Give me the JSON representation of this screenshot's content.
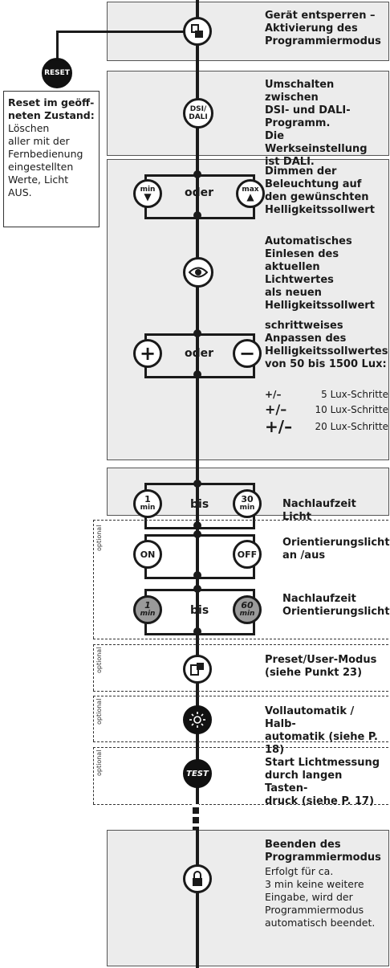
{
  "steps": {
    "unlock": "Gerät entsperren –\nAktivierung des\nProgrammiermodus",
    "dsi_dali": "Umschalten zwischen\nDSI- und DALI-\nProgramm.\nDie Werkseinstellung\nist DALI.",
    "dimming": "Dimmen der\nBeleuchtung auf\nden gewünschten\nHelligkeitssollwert",
    "auto_read": "Automatisches\nEinlesen des\naktuellen Lichtwertes\nals neuen\nHelligkeitssollwert",
    "step_adjust": "schrittweises\nAnpassen des\nHelligkeitssollwertes\nvon 50 bis 1500 Lux:",
    "lux_steps": [
      {
        "sign": "+/–",
        "text": "5 Lux-Schritte"
      },
      {
        "sign": "+/–",
        "text": "10 Lux-Schritte"
      },
      {
        "sign": "+/–",
        "text": "20 Lux-Schritte"
      }
    ],
    "followup_light": "Nachlaufzeit Licht",
    "orient_onoff": "Orientierungslicht\nan /aus",
    "orient_followup": "Nachlaufzeit\nOrientierungslicht",
    "preset": "Preset/User-Modus\n(siehe Punkt 23)",
    "auto_mode": "Vollautomatik / Halb-\nautomatik (siehe P. 18)",
    "start_measure": "Start Lichtmessung\ndurch langen Tasten-\ndruck (siehe P. 17)",
    "end_title": "Beenden des\nProgrammiermodus",
    "end_body": "Erfolgt für ca.\n3 min keine weitere\nEingabe, wird der\nProgrammiermodus\nautomatisch beendet."
  },
  "connectors": {
    "oder": "oder",
    "bis": "bis"
  },
  "buttons": {
    "reset": "RESET",
    "dsi": "DSI/",
    "dali": "DALI",
    "min": "min",
    "max": "max",
    "one": "1",
    "thirty": "30",
    "sixty": "60",
    "unit": "min",
    "on": "ON",
    "off": "OFF",
    "test": "TEST"
  },
  "reset_box": {
    "title": "Reset im geöff-\nneten Zustand:",
    "body": "Löschen\naller mit der\nFernbedienung\neingestellten\nWerte, Licht\nAUS."
  },
  "optional_label": "optional"
}
